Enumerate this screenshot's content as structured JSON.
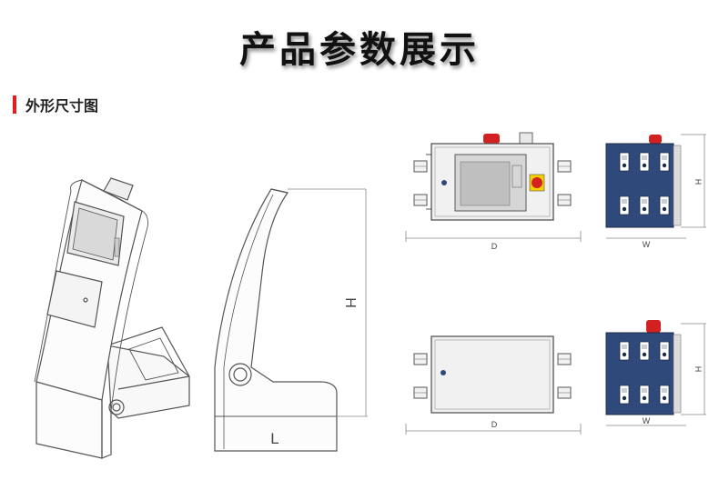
{
  "header": {
    "title": "产品参数展示"
  },
  "section": {
    "title": "外形尺寸图"
  },
  "dimensions": {
    "side_height": "H",
    "side_length": "L",
    "front_top_width": "D",
    "side_top_width": "W",
    "side_top_height": "H",
    "front_bottom_width": "D",
    "side_bottom_width": "W",
    "side_bottom_height": "H"
  },
  "colors": {
    "accent": "#e02020",
    "panel_blue": "#2f4a7a",
    "beacon_red": "#d32020"
  },
  "icons": [
    "beacon-icon",
    "emergency-stop-icon",
    "connector-icon"
  ]
}
